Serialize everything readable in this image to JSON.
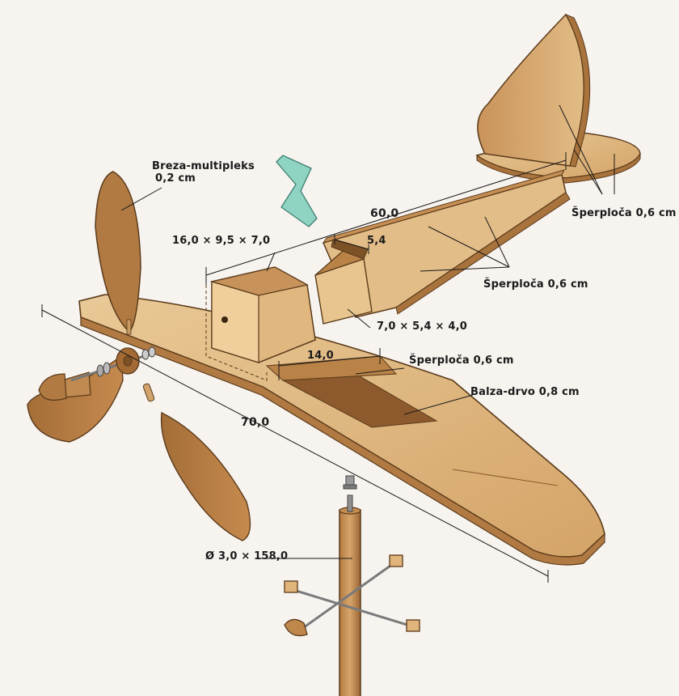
{
  "labels": {
    "breza_line1": "Breza-multipleks",
    "breza_line2": "0,2 cm",
    "dim_60": "60,0",
    "dim_block": "16,0 × 9,5 × 7,0",
    "dim_54": "5,4",
    "sperploca_tail": "Šperploča  0,6 cm",
    "sperploca_fuselage": "Šperploča  0,6 cm",
    "dim_small_block": "7,0 × 5,4 × 4,0",
    "dim_14": "14,0",
    "sperploca_wing": "Šperploča  0,6 cm",
    "balza": "Balza-drvo  0,8 cm",
    "dim_70": "70,0",
    "dim_rod": "Ø 3,0 × 158,0"
  },
  "colors": {
    "wood_light": "#e3bd88",
    "wood_mid": "#cf9b5e",
    "wood_dark": "#a8733c",
    "wood_shadow": "#7d5226",
    "outline": "#5a3a1a",
    "glass": "#8fd3c3",
    "metal": "#9a9a9a",
    "dim_line": "#1a1a1a"
  }
}
